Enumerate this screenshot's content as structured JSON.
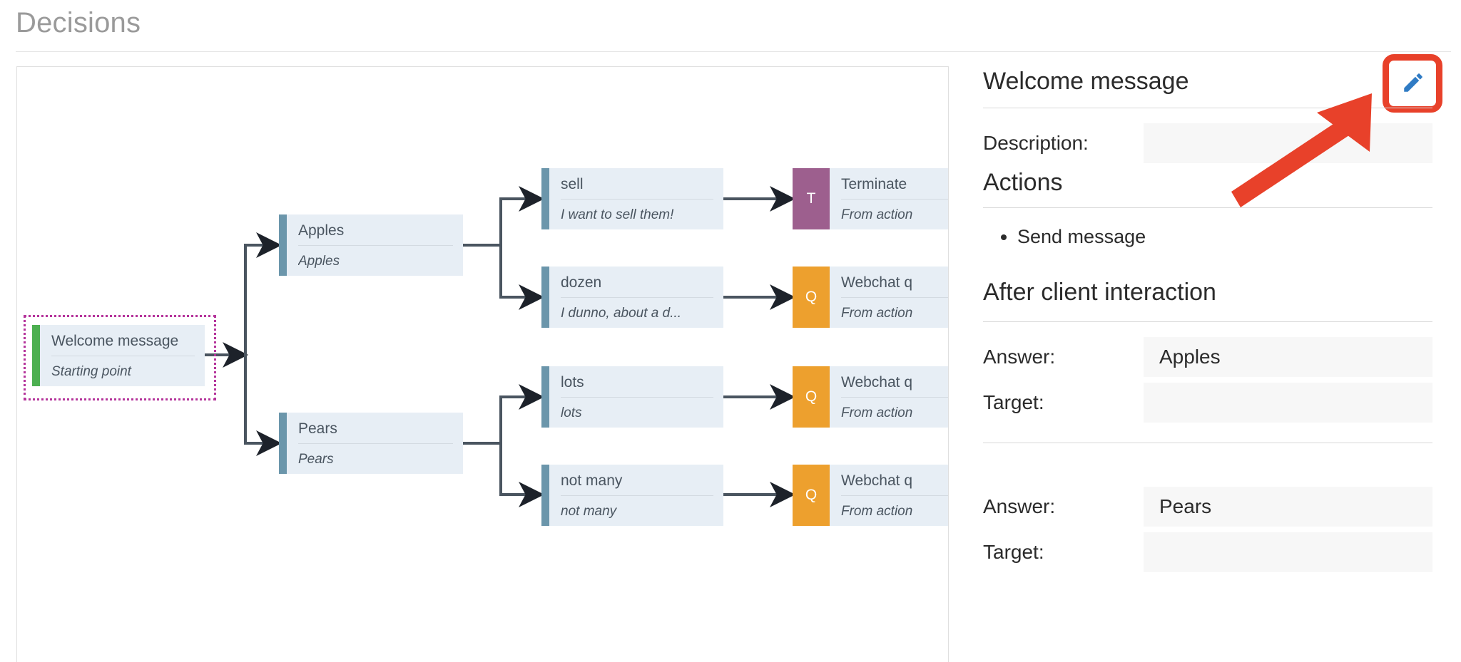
{
  "page": {
    "title": "Decisions"
  },
  "canvas": {
    "nodes": [
      {
        "id": "welcome",
        "title": "Welcome message",
        "sub": "Starting point",
        "accent": "green",
        "badge": "",
        "selected": true
      },
      {
        "id": "apples",
        "title": "Apples",
        "sub": "Apples",
        "accent": "blue",
        "badge": "",
        "selected": false
      },
      {
        "id": "pears",
        "title": "Pears",
        "sub": "Pears",
        "accent": "blue",
        "badge": "",
        "selected": false
      },
      {
        "id": "sell",
        "title": "sell",
        "sub": "I want to sell them!",
        "accent": "blue",
        "badge": "",
        "selected": false
      },
      {
        "id": "dozen",
        "title": "dozen",
        "sub": "I dunno, about a d...",
        "accent": "blue",
        "badge": "",
        "selected": false
      },
      {
        "id": "lots",
        "title": "lots",
        "sub": "lots",
        "accent": "blue",
        "badge": "",
        "selected": false
      },
      {
        "id": "notmany",
        "title": "not many",
        "sub": "not many",
        "accent": "blue",
        "badge": "",
        "selected": false
      },
      {
        "id": "terminate",
        "title": "Terminate",
        "sub": "From action",
        "accent": "purple",
        "badge": "T",
        "selected": false
      },
      {
        "id": "webchat1",
        "title": "Webchat q",
        "sub": "From action",
        "accent": "orange",
        "badge": "Q",
        "selected": false
      },
      {
        "id": "webchat2",
        "title": "Webchat q",
        "sub": "From action",
        "accent": "orange",
        "badge": "Q",
        "selected": false
      },
      {
        "id": "webchat3",
        "title": "Webchat q",
        "sub": "From action",
        "accent": "orange",
        "badge": "Q",
        "selected": false
      }
    ],
    "colors": {
      "node_bg": "#e7eef5",
      "accent_blue": "#6b96ab",
      "accent_green": "#4caf50",
      "badge_purple": "#9d5f8e",
      "badge_orange": "#eda02e",
      "edge": "#4a5560",
      "selection": "#b5349b"
    }
  },
  "panel": {
    "title": "Welcome message",
    "edit_icon": "pencil-icon",
    "description_label": "Description:",
    "description_value": "",
    "actions_heading": "Actions",
    "actions": [
      "Send message"
    ],
    "after_heading": "After client interaction",
    "branches": [
      {
        "answer_label": "Answer:",
        "answer_value": "Apples",
        "target_label": "Target:",
        "target_value": ""
      },
      {
        "answer_label": "Answer:",
        "answer_value": "Pears",
        "target_label": "Target:",
        "target_value": ""
      }
    ]
  },
  "annotation": {
    "highlight_color": "#e8412a",
    "arrow_color": "#e8412a",
    "points_to": "edit-button"
  }
}
